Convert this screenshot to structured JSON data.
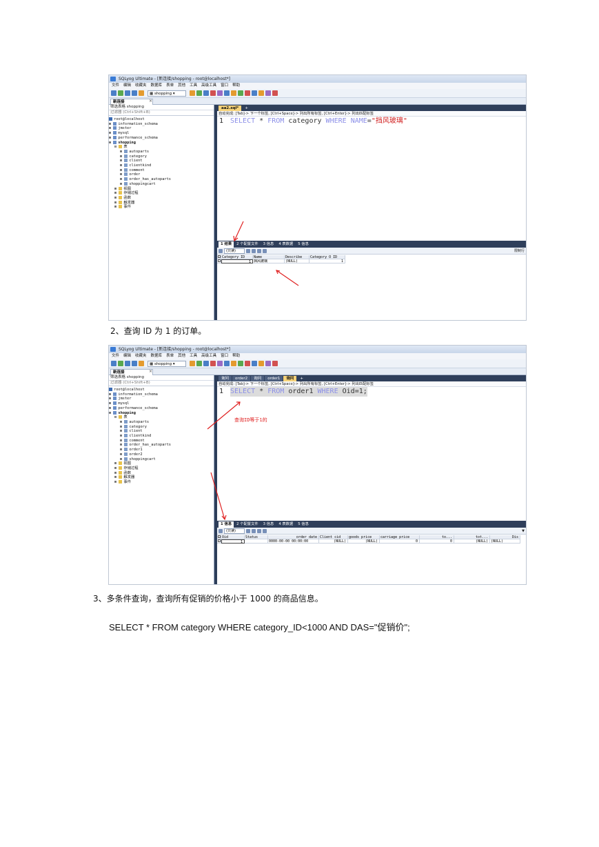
{
  "shot1": {
    "title": "SQLyog Ultimate - [新连接/shopping - root@localhost*]",
    "menu": [
      "文件",
      "编辑",
      "收藏夹",
      "数据库",
      "表单",
      "其他",
      "工具",
      "高级工具",
      "窗口",
      "帮助"
    ],
    "db_select": "shopping",
    "conn_tab": "新连接",
    "filter_label": "筛选表格 shopping",
    "filter_placeholder": "过滤器 (Ctrl+Shift+B)",
    "tree": {
      "root": "root@localhost",
      "dbs": [
        "information_schema",
        "jmster",
        "mysql",
        "performance_schema"
      ],
      "shopping": "shopping",
      "tables_folder": "表",
      "tables": [
        "autoparts",
        "category",
        "client",
        "clientkind",
        "comment",
        "order",
        "order_has_autoparts",
        "shoppingcart"
      ],
      "folders": [
        "视图",
        "存储过程",
        "函数",
        "触发器",
        "事件"
      ]
    },
    "query_tabs": [
      "aa2.sql*"
    ],
    "hint": "自动完成: [Tab]-> 下一个标签, [Ctrl+Space]-> 列出所有标签, [Ctrl+Enter]-> 列出匹配标签",
    "line_no": "1",
    "sql": {
      "k1": "SELECT",
      "star": "*",
      "k2": "FROM",
      "tbl": "category",
      "k3": "WHERE",
      "col": "NAME",
      "eq": "=",
      "val": "\"挡风玻璃\""
    },
    "result_tabs": [
      "1 结果",
      "2 个配置文件",
      "3 信息",
      "4 表数据",
      "5 信息"
    ],
    "readonly": "(只读)",
    "right_tool": "限制行",
    "grid_headers": [
      "Category_ID",
      "Name",
      "Describe",
      "Category_O_ID"
    ],
    "grid_row": [
      "1",
      "挡风玻璃",
      "(NULL)",
      "1"
    ]
  },
  "caption2": "2、查询 ID 为 1 的订单。",
  "shot2": {
    "title": "SQLyog Ultimate - [新连接/shopping - root@localhost*]",
    "menu": [
      "文件",
      "编辑",
      "收藏夹",
      "数据库",
      "表单",
      "其他",
      "工具",
      "高级工具",
      "窗口",
      "帮助"
    ],
    "db_select": "shopping",
    "conn_tab": "新连接",
    "filter_label": "筛选表格 shopping",
    "filter_placeholder": "过滤器 (Ctrl+Shift+B)",
    "tree": {
      "root": "root@localhost",
      "dbs": [
        "information_schema",
        "jmster",
        "mysql",
        "performance_schema"
      ],
      "shopping": "shopping",
      "tables_folder": "表",
      "tables": [
        "autoparts",
        "category",
        "client",
        "clientkind",
        "comment",
        "order_has_autoparts",
        "order1",
        "order2",
        "shoppingcart"
      ],
      "folders": [
        "视图",
        "存储过程",
        "函数",
        "触发器",
        "事件"
      ]
    },
    "query_tabs": [
      "询问",
      "order2",
      "询问",
      "order1",
      "询问"
    ],
    "hint": "自动完成: [Tab]-> 下一个标签, [Ctrl+Space]-> 列出所有标签, [Ctrl+Enter]-> 列出匹配标签",
    "line_no": "1",
    "sql": {
      "k1": "SELECT",
      "star": "*",
      "k2": "FROM",
      "tbl": "order1",
      "k3": "WHERE",
      "cond": "Oid=1;"
    },
    "annotation": "查询ID等于1的",
    "result_tabs": [
      "1 信息",
      "2 个配置文件",
      "3 信息",
      "4 表数据",
      "5 信息"
    ],
    "readonly": "(只读)",
    "grid_headers": [
      "Oid",
      "Status",
      "order_date",
      "Client_cid",
      "goods_price",
      "carriage_price",
      "to...",
      "tot...",
      "Dis"
    ],
    "grid_row": [
      "1",
      "",
      "0000-00-00 00:00:00",
      "(NULL)",
      "(NULL)",
      "0",
      "0",
      "(NULL)",
      "(NULL)"
    ]
  },
  "caption3": "3、多条件查询，查询所有促销的价格小于 1000 的商品信息。",
  "sql3": "SELECT * FROM category WHERE category_ID<1000 AND DAS=\"促销价\";",
  "colors": {
    "accent": "#2f3f5b",
    "keyword": "#8a8ee8",
    "string": "#d01c1c",
    "arrow": "#e02020"
  }
}
